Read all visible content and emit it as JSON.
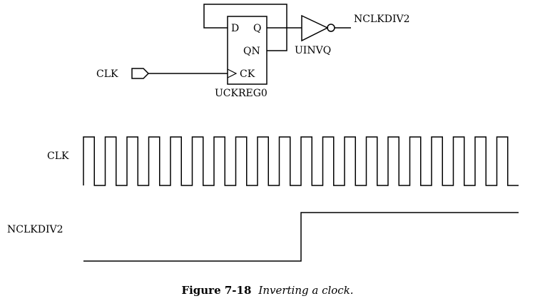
{
  "schematic": {
    "register_pin_d": "D",
    "register_pin_q": "Q",
    "register_pin_qn": "QN",
    "register_pin_ck": "CK",
    "register_name": "UCKREG0",
    "inverter_name": "UINVQ",
    "input_port": "CLK",
    "output_net": "NCLKDIV2"
  },
  "waveforms": {
    "signals": [
      {
        "name": "CLK",
        "levels": [
          1,
          0,
          1,
          0,
          1,
          0,
          1,
          0,
          1,
          0,
          1,
          0,
          1,
          0,
          1,
          0,
          1,
          0,
          1,
          0,
          1,
          0,
          1,
          0,
          1,
          0,
          1,
          0,
          1,
          0,
          1,
          0,
          1,
          0,
          1,
          0,
          1,
          0,
          1,
          0
        ]
      },
      {
        "name": "NCLKDIV2",
        "levels": [
          0,
          0,
          0,
          0,
          0,
          0,
          0,
          0,
          0,
          0,
          0,
          0,
          0,
          0,
          0,
          0,
          0,
          0,
          0,
          0,
          1,
          1,
          1,
          1,
          1,
          1,
          1,
          1,
          1,
          1,
          1,
          1,
          1,
          1,
          1,
          1,
          1,
          1,
          1,
          1
        ]
      }
    ]
  },
  "caption": {
    "number": "Figure 7-18",
    "text": "Inverting a clock."
  }
}
